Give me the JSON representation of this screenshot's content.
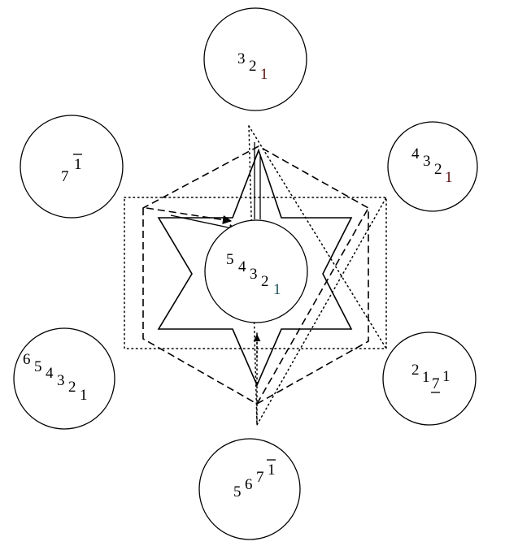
{
  "colors": {
    "ink": "#000000",
    "accent_red": "#5a1010",
    "accent_teal": "#1f4f5a"
  },
  "nodes": {
    "top": {
      "digits": [
        "3",
        "2",
        "1"
      ]
    },
    "upper_left": {
      "digits": [
        "7",
        "1"
      ],
      "bar_over": "1"
    },
    "upper_right": {
      "digits": [
        "4",
        "3",
        "2",
        "1"
      ]
    },
    "center": {
      "digits": [
        "5",
        "4",
        "3",
        "2",
        "1"
      ]
    },
    "lower_left": {
      "digits": [
        "6",
        "5",
        "4",
        "3",
        "2",
        "1"
      ]
    },
    "lower_right": {
      "digits": [
        "2",
        "1",
        "7",
        "1"
      ],
      "underlined": "7"
    },
    "bottom": {
      "digits": [
        "5",
        "6",
        "7",
        "1"
      ],
      "bar_over": "1"
    }
  }
}
